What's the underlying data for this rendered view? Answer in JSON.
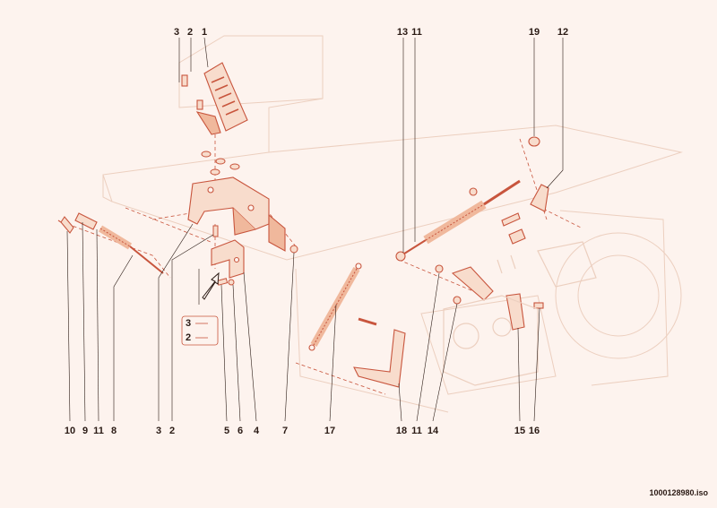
{
  "callouts": {
    "top": {
      "c3": "3",
      "c2": "2",
      "c1": "1",
      "c13": "13",
      "c11": "11",
      "c19": "19",
      "c12": "12"
    },
    "bottom": {
      "c10": "10",
      "c9": "9",
      "c11a": "11",
      "c8": "8",
      "c3": "3",
      "c2": "2",
      "c5": "5",
      "c6": "6",
      "c4": "4",
      "c7": "7",
      "c17": "17",
      "c18": "18",
      "c11b": "11",
      "c14": "14",
      "c15": "15",
      "c16": "16"
    },
    "inset": {
      "c3": "3",
      "c2": "2"
    }
  },
  "document_id": "1000128980.iso",
  "colors": {
    "line": "#c8553d",
    "fill_light": "#f8dccc",
    "fill_mid": "#f0b89c",
    "ghost": "#eccfbf",
    "text": "#2a1a14",
    "background": "#fdf3ee"
  }
}
